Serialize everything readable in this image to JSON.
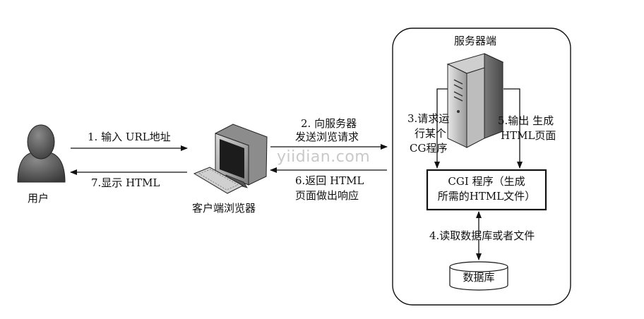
{
  "user": {
    "label": "用户"
  },
  "client": {
    "label": "客户端浏览器"
  },
  "server": {
    "title": "服务器端"
  },
  "steps": {
    "step1": "1. 输入 URL地址",
    "step7": "7.显示  HTML",
    "step2_line1": "2. 向服务器",
    "step2_line2": "发送浏览请求",
    "step6_line1": "6.返回  HTML",
    "step6_line2": "页面做出响应",
    "step3_line1": "3.请求运",
    "step3_line2": "行某个",
    "step3_line3": "CG程序",
    "step5_line1": "5.输出 生成",
    "step5_line2": "HTML页面",
    "step4": "4.读取数据库或者文件"
  },
  "cgi_box": {
    "line1": "CGI 程序（生成",
    "line2": "所需的HTML文件）"
  },
  "database": {
    "label": "数据库"
  },
  "watermark": {
    "text": "yiidian.com"
  }
}
